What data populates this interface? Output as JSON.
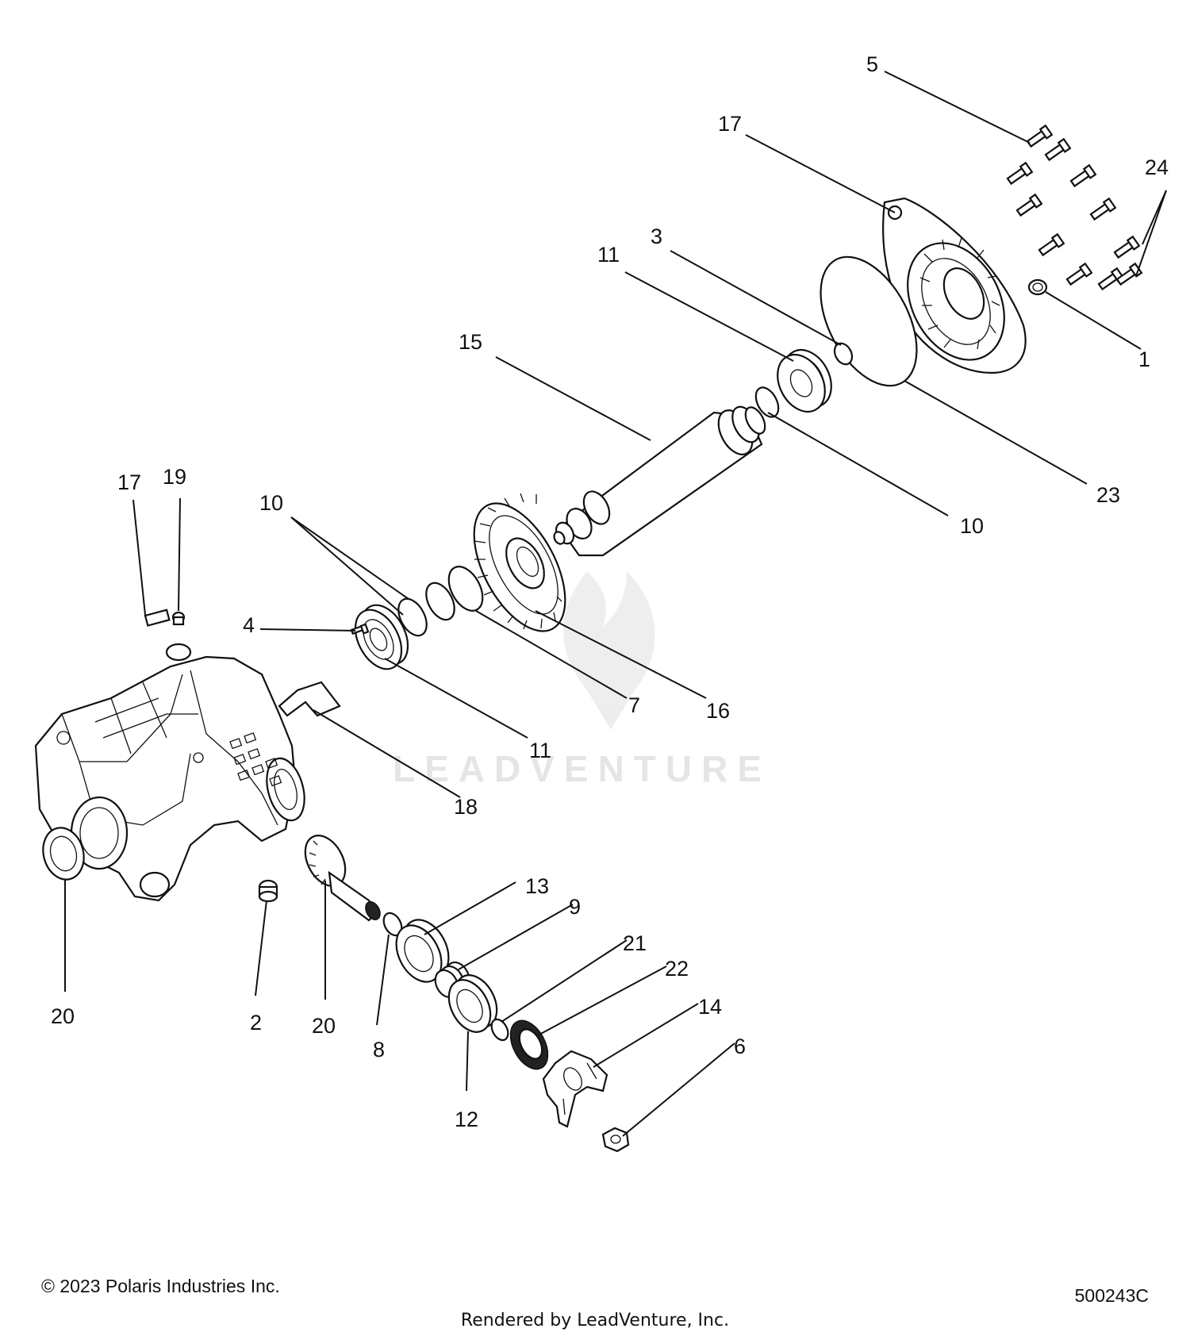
{
  "callouts": {
    "c5": "5",
    "c17a": "17",
    "c24": "24",
    "c3": "3",
    "c11a": "11",
    "c1": "1",
    "c15": "15",
    "c23": "23",
    "c10a": "10",
    "c17b": "17",
    "c19": "19",
    "c10b": "10",
    "c4": "4",
    "c7": "7",
    "c16": "16",
    "c11b": "11",
    "c18": "18",
    "c13": "13",
    "c9": "9",
    "c21": "21",
    "c22": "22",
    "c14": "14",
    "c6": "6",
    "c20a": "20",
    "c2": "2",
    "c20b": "20",
    "c8": "8",
    "c12": "12"
  },
  "watermark": "LEADVENTURE",
  "footer": {
    "copyright": "© 2023 Polaris Industries Inc.",
    "diagram_id": "500243C",
    "rendered_by": "Rendered by LeadVenture, Inc."
  }
}
